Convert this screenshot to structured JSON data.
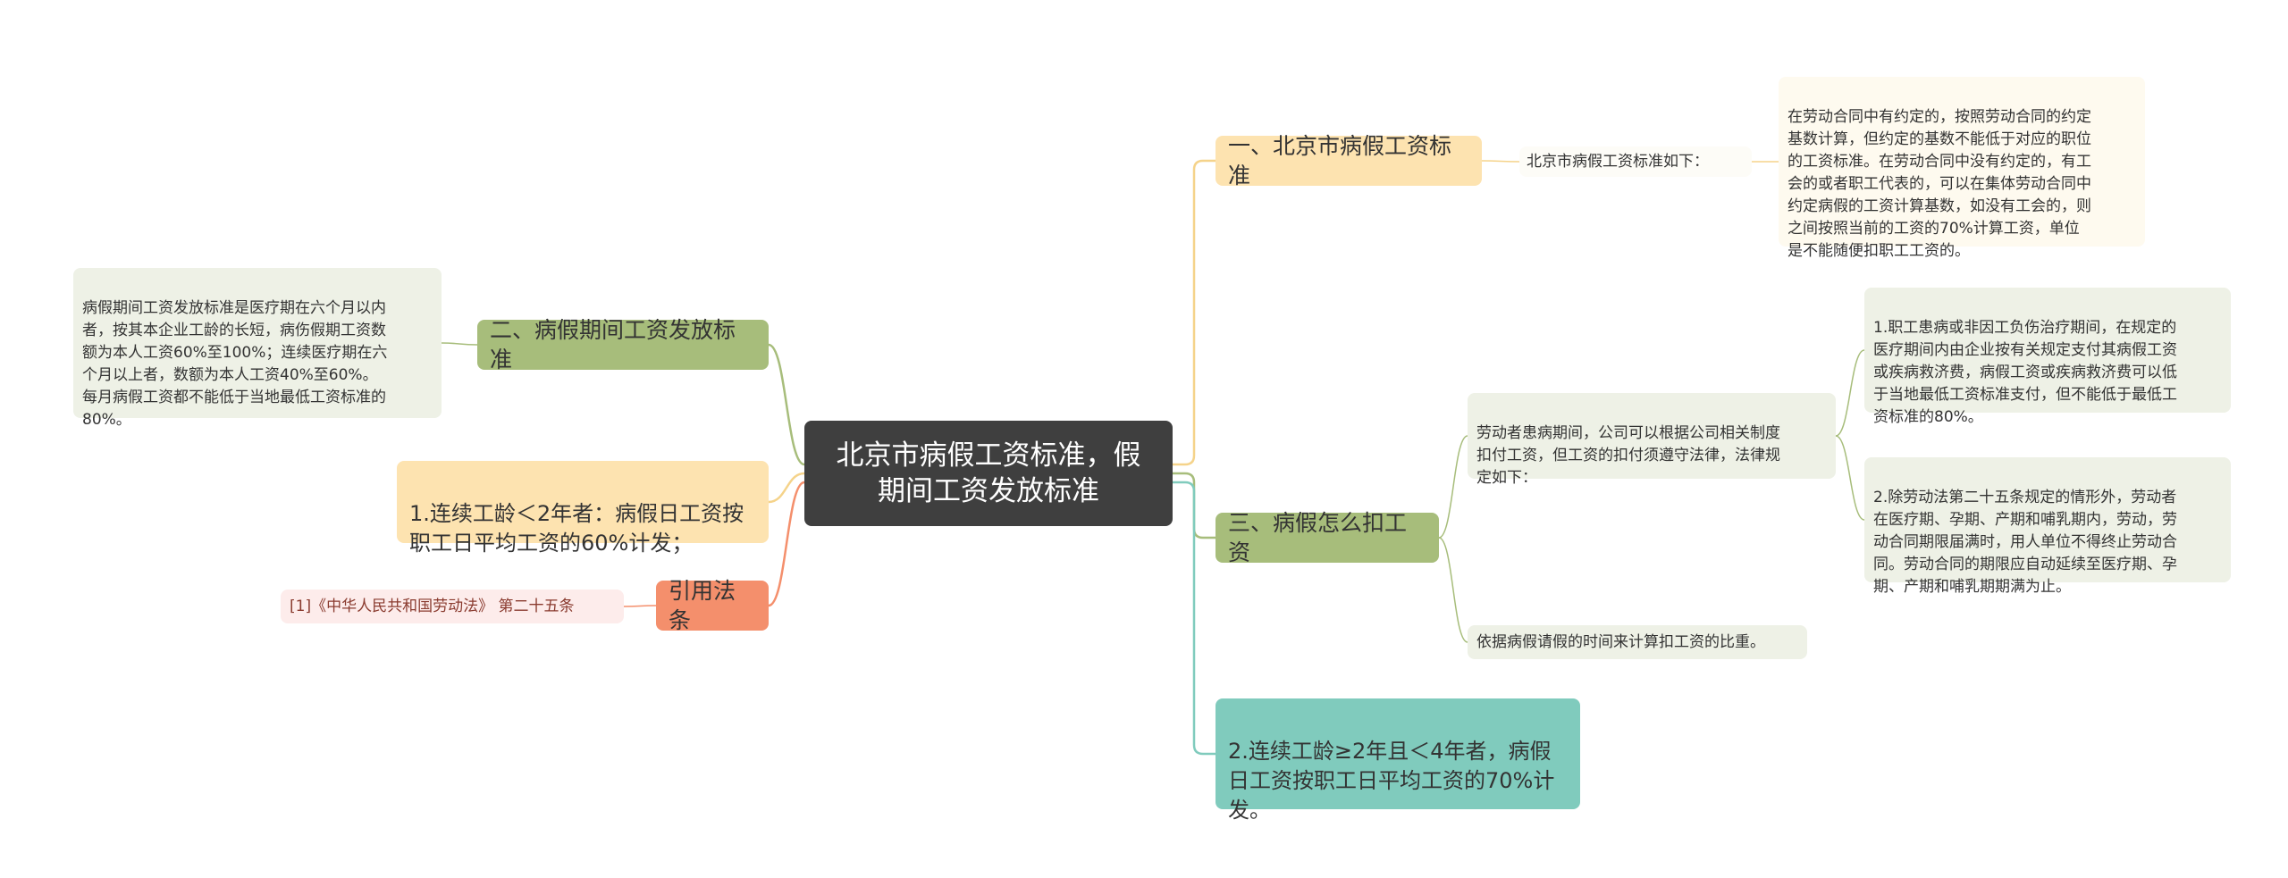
{
  "root": {
    "label": "北京市病假工资标准，假\n期间工资发放标准"
  },
  "branches": {
    "b1": {
      "label": "一、北京市病假工资标准"
    },
    "b1_sub": {
      "label": "北京市病假工资标准如下："
    },
    "b1_detail": {
      "label": "在劳动合同中有约定的，按照劳动合同的约定\n基数计算，但约定的基数不能低于对应的职位\n的工资标准。在劳动合同中没有约定的，有工\n会的或者职工代表的，可以在集体劳动合同中\n约定病假的工资计算基数，如没有工会的，则\n之间按照当前的工资的70%计算工资，单位\n是不能随便扣职工工资的。"
    },
    "b2": {
      "label": "二、病假期间工资发放标准"
    },
    "b2_detail": {
      "label": "病假期间工资发放标准是医疗期在六个月以内\n者，按其本企业工龄的长短，病伤假期工资数\n额为本人工资60%至100%；连续医疗期在六\n个月以上者，数额为本人工资40%至60%。\n每月病假工资都不能低于当地最低工资标准的\n80%。"
    },
    "b3": {
      "label": "1.连续工龄＜2年者：病假日工资按\n职工日平均工资的60%计发；"
    },
    "b4": {
      "label": "引用法条"
    },
    "b4_detail": {
      "label": "[1]《中华人民共和国劳动法》 第二十五条"
    },
    "b5": {
      "label": "三、病假怎么扣工资"
    },
    "b5_sub1": {
      "label": "劳动者患病期间，公司可以根据公司相关制度\n扣付工资，但工资的扣付须遵守法律，法律规\n定如下："
    },
    "b5_sub1_a": {
      "label": "1.职工患病或非因工负伤治疗期间，在规定的\n医疗期间内由企业按有关规定支付其病假工资\n或疾病救济费，病假工资或疾病救济费可以低\n于当地最低工资标准支付，但不能低于最低工\n资标准的80%。"
    },
    "b5_sub1_b": {
      "label": "2.除劳动法第二十五条规定的情形外，劳动者\n在医疗期、孕期、产期和哺乳期内，劳动，劳\n动合同期限届满时，用人单位不得终止劳动合\n同。劳动合同的期限应自动延续至医疗期、孕\n期、产期和哺乳期期满为止。"
    },
    "b5_sub2": {
      "label": "依据病假请假的时间来计算扣工资的比重。"
    },
    "b6": {
      "label": "2.连续工龄≥2年且＜4年者，病假\n日工资按职工日平均工资的70%计\n发。"
    }
  },
  "colors": {
    "root": "#3f3f3f",
    "orange": "#fde3b0",
    "green": "#a7bd7b",
    "teal": "#80cbbd",
    "salmon": "#f48f6c",
    "link_orange": "#f5d38a",
    "link_green": "#a7bd7b",
    "link_teal": "#80cbbd",
    "link_salmon": "#f48f6c",
    "link_gray": "#d9d9d9"
  }
}
